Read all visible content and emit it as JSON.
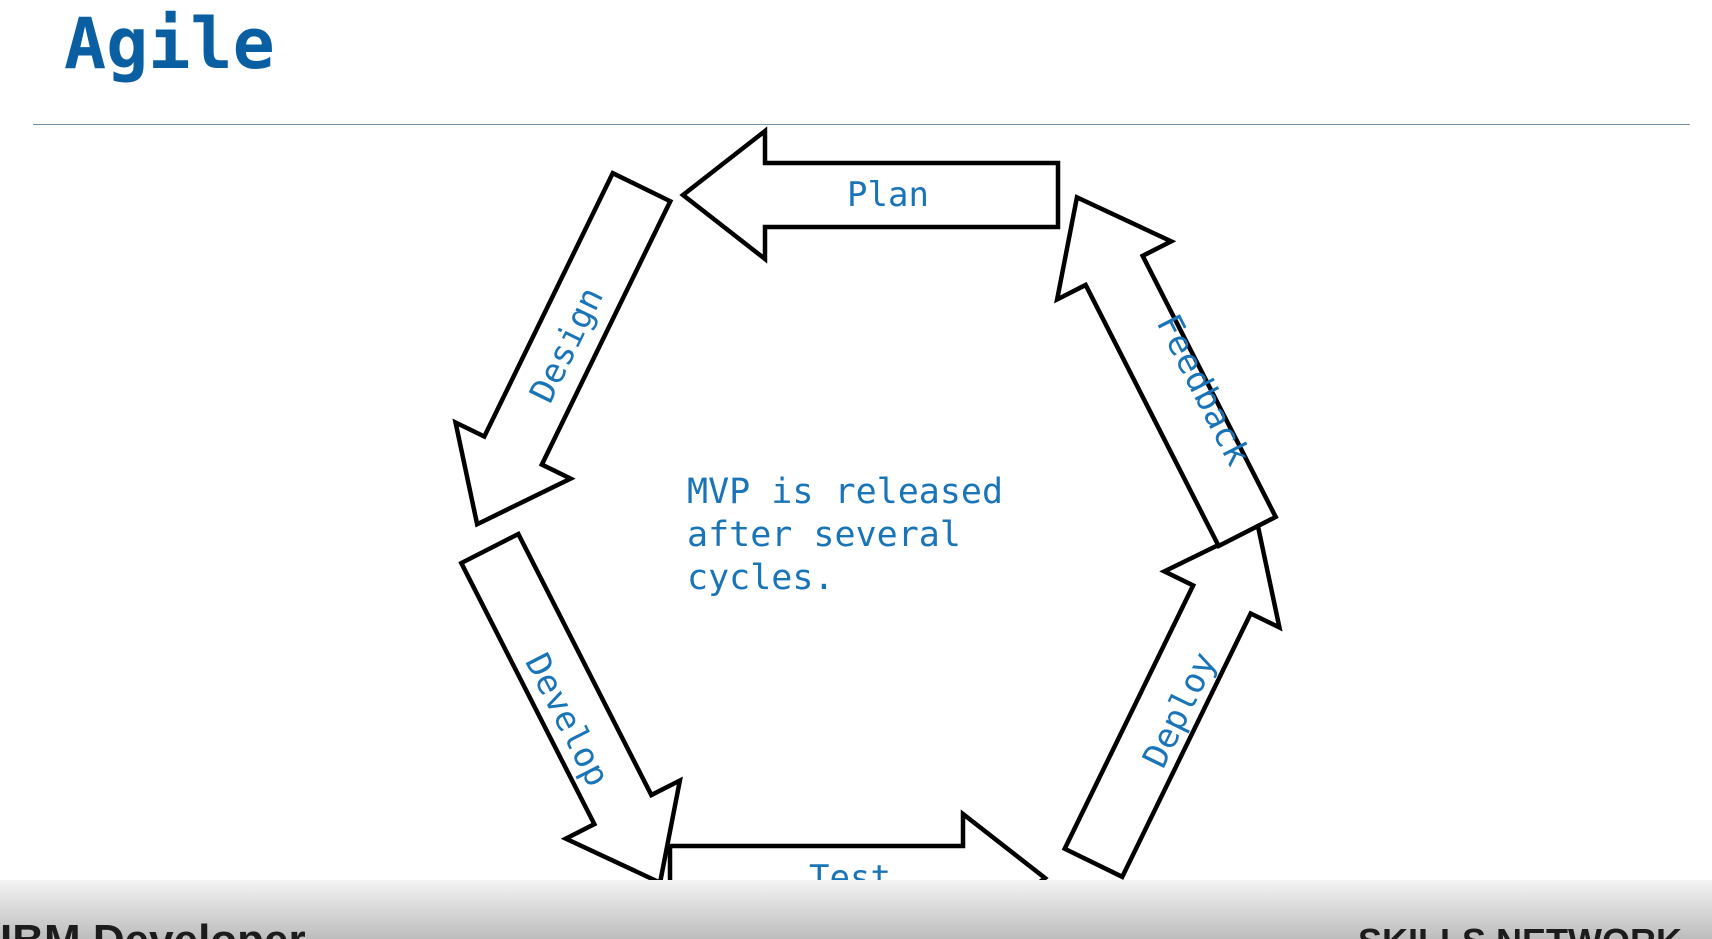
{
  "slide": {
    "title": "Agile",
    "center_text": [
      "MVP is released",
      "after several",
      "cycles."
    ],
    "footer_left": "IBM Developer",
    "footer_right": "SKILLS NETWORK"
  },
  "cycle": {
    "direction": "counter-clockwise",
    "stages": [
      "Plan",
      "Design",
      "Develop",
      "Test",
      "Deploy",
      "Feedback"
    ]
  },
  "colors": {
    "title": "#0a5fa2",
    "label": "#1a74b8",
    "arrow_stroke": "#000000",
    "rule": "#6f8faa"
  }
}
